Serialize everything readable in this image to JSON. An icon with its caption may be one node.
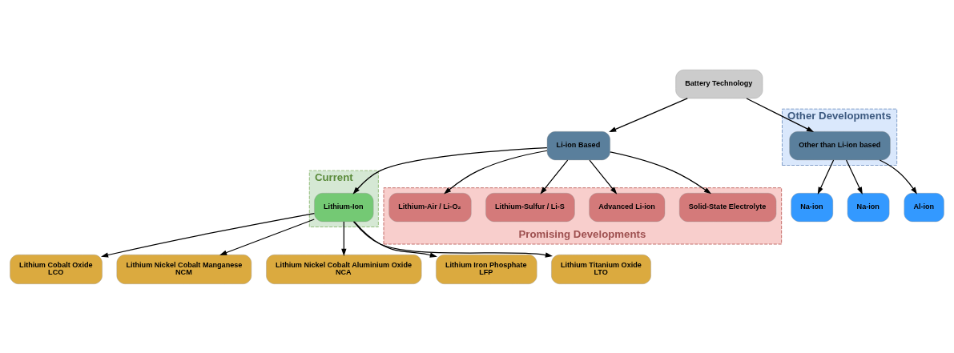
{
  "diagram": {
    "nodes": [
      {
        "text": [
          "Battery Technology"
        ]
      },
      {
        "text": [
          "Li-ion Based"
        ]
      },
      {
        "text": [
          "Other Developments"
        ]
      },
      {
        "text": [
          "Other than Li-ion based"
        ],
        "in": 2
      },
      {
        "text": [
          "Current"
        ]
      },
      {
        "text": [
          "Lithium-Ion"
        ],
        "in": 4
      },
      {
        "text": [
          "Promising Developments"
        ]
      },
      {
        "text": [
          "Solid-State Electrolyte"
        ],
        "in": 6
      },
      {
        "text": [
          "Advanced Li-ion"
        ],
        "in": 6
      },
      {
        "text": [
          "Lithium-Sulfur / Li-S"
        ],
        "in": 6
      },
      {
        "text": [
          "Lithium-Air / Li-O₂"
        ],
        "in": 6
      },
      {
        "text": [
          "Na-ion"
        ]
      },
      {
        "text": [
          "Na-ion"
        ]
      },
      {
        "text": [
          "Al-ion"
        ]
      },
      {
        "text": [
          "Lithium Cobalt Oxide",
          "LCO"
        ]
      },
      {
        "text": [
          "Lithium Nickel Cobalt Manganese",
          "NCM"
        ]
      },
      {
        "text": [
          "Lithium Nickel Cobalt Aluminium Oxide",
          "NCA"
        ]
      },
      {
        "text": [
          "Lithium Iron Phosphate",
          "LFP"
        ]
      },
      {
        "text": [
          "Lithium Titanium Oxide",
          "LTO"
        ]
      }
    ],
    "edges": [
      {
        "from": 0,
        "to": 1,
        "arrow": "to"
      },
      {
        "from": 0,
        "to": 3,
        "arrow": "to"
      },
      {
        "from": 1,
        "to": 5,
        "arrow": "to"
      },
      {
        "from": 1,
        "to": 7,
        "arrow": "to"
      },
      {
        "from": 1,
        "to": 8,
        "arrow": "to"
      },
      {
        "from": 1,
        "to": 9,
        "arrow": "to"
      },
      {
        "from": 1,
        "to": 10,
        "arrow": "to"
      },
      {
        "from": 3,
        "to": 11,
        "arrow": "to"
      },
      {
        "from": 3,
        "to": 12,
        "arrow": "to"
      },
      {
        "from": 3,
        "to": 13,
        "arrow": "to"
      },
      {
        "from": 5,
        "to": 14,
        "arrow": "to"
      },
      {
        "from": 5,
        "to": 15,
        "arrow": "to"
      },
      {
        "from": 5,
        "to": 16,
        "arrow": "to"
      },
      {
        "from": 5,
        "to": 17,
        "arrow": "to"
      },
      {
        "from": 5,
        "to": 18,
        "arrow": "to"
      }
    ]
  }
}
